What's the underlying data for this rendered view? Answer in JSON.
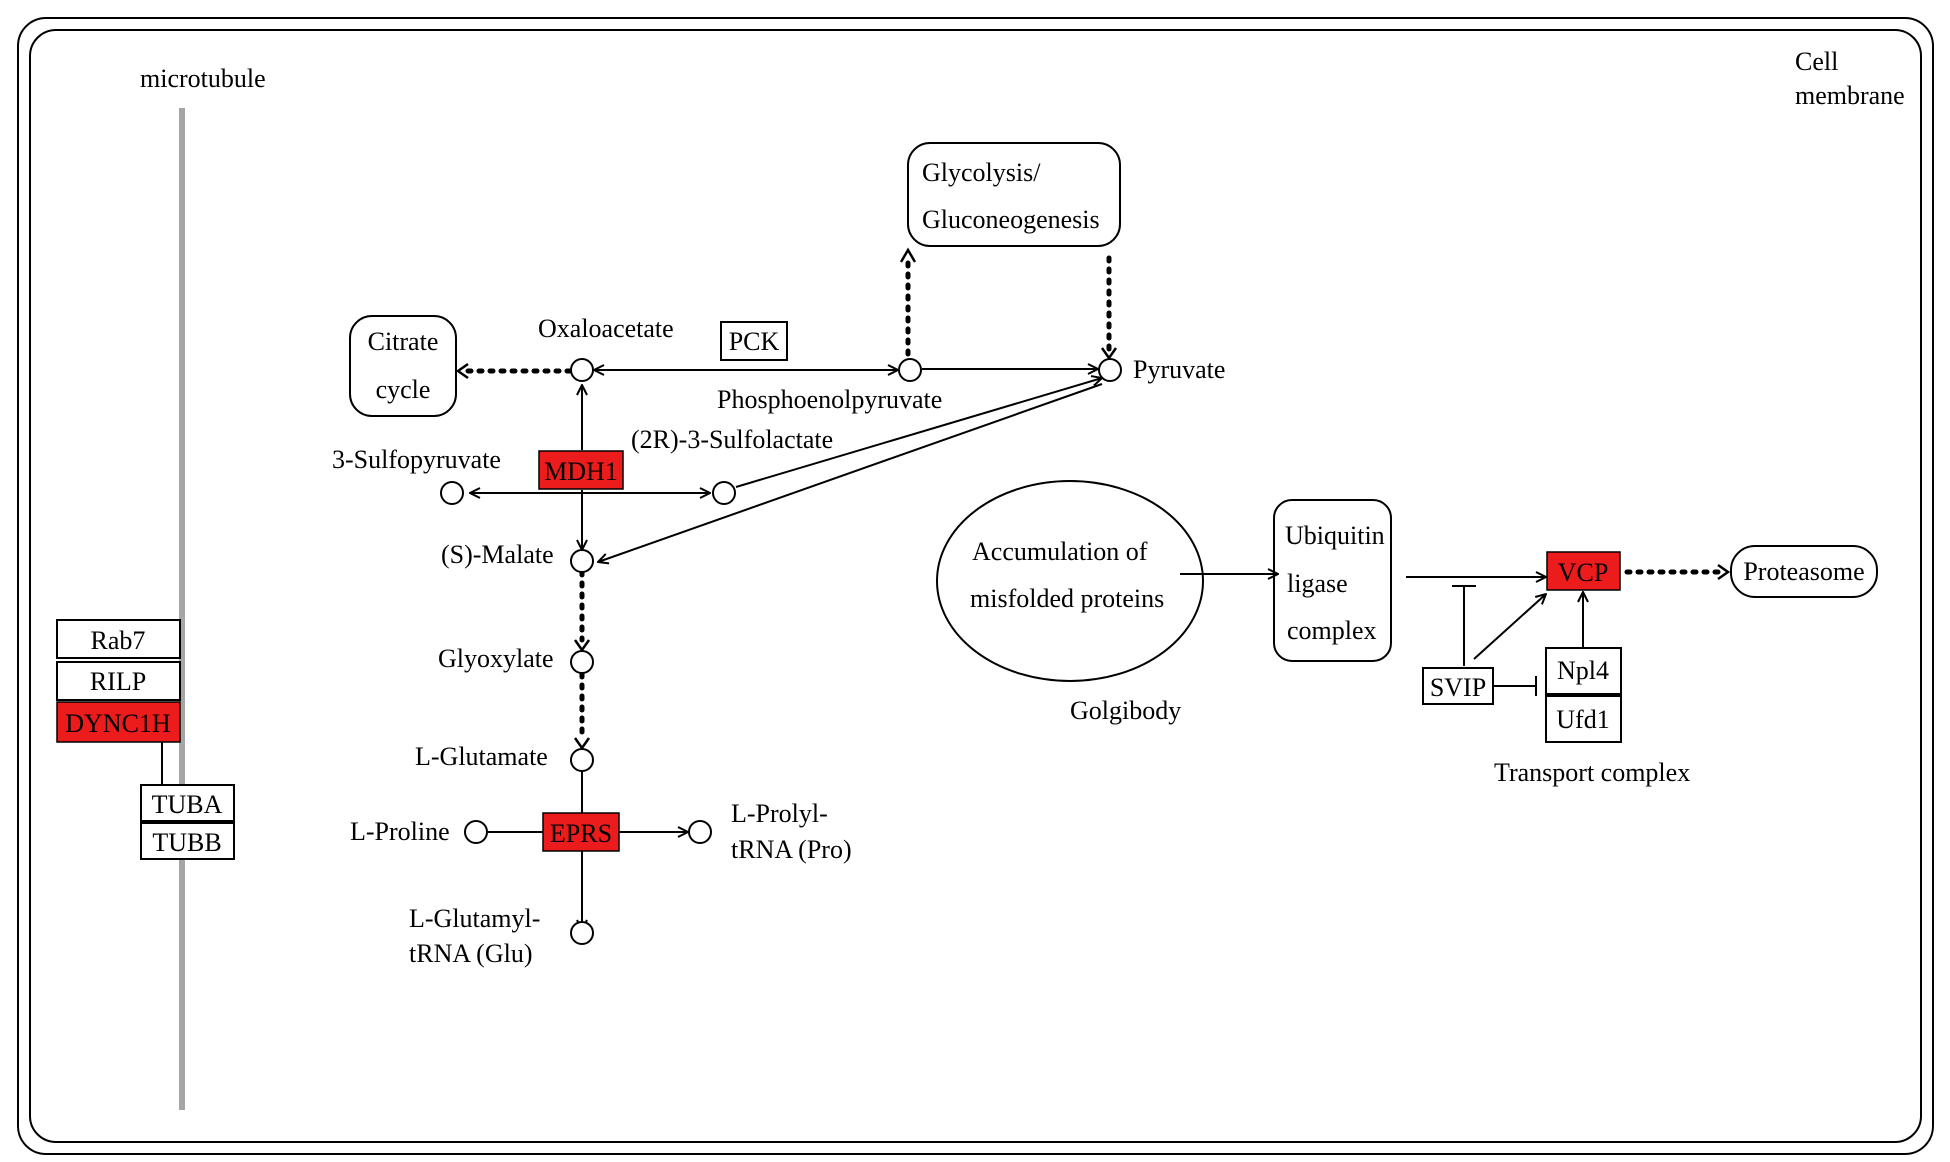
{
  "compartments": {
    "microtubule": "microtubule",
    "cell_membrane_line1": "Cell",
    "cell_membrane_line2": "membrane",
    "golgibody": "Golgibody"
  },
  "genes": {
    "rab7": "Rab7",
    "rilp": "RILP",
    "dync1h": "DYNC1H",
    "tuba": "TUBA",
    "tubb": "TUBB",
    "mdh1": "MDH1",
    "eprs": "EPRS",
    "pck": "PCK",
    "vcp": "VCP",
    "svip": "SVIP",
    "npl4": "Npl4",
    "ufd1": "Ufd1"
  },
  "pathways": {
    "glycolysis_line1": "Glycolysis/",
    "glycolysis_line2": "Gluconeogenesis",
    "citrate_line1": "Citrate",
    "citrate_line2": "cycle",
    "proteasome": "Proteasome",
    "ubiquitin_line1": "Ubiquitin",
    "ubiquitin_line2": "ligase",
    "ubiquitin_line3": "complex",
    "accumulation_line1": "Accumulation of",
    "accumulation_line2": "misfolded proteins",
    "transport_complex": "Transport complex"
  },
  "compounds": {
    "oxaloacetate": "Oxaloacetate",
    "phosphoenolpyruvate": "Phosphoenolpyruvate",
    "pyruvate": "Pyruvate",
    "sulfopyruvate": "3-Sulfopyruvate",
    "sulfolactate": "(2R)-3-Sulfolactate",
    "malate": "(S)-Malate",
    "glyoxylate": "Glyoxylate",
    "glutamate": "L-Glutamate",
    "proline": "L-Proline",
    "prolyl_line1": "L-Prolyl-",
    "prolyl_line2": "tRNA (Pro)",
    "glutamyl_line1": "L-Glutamyl-",
    "glutamyl_line2": "tRNA (Glu)"
  },
  "colors": {
    "highlight": "#ed1c1c",
    "microtubule": "#a6a6a6"
  }
}
